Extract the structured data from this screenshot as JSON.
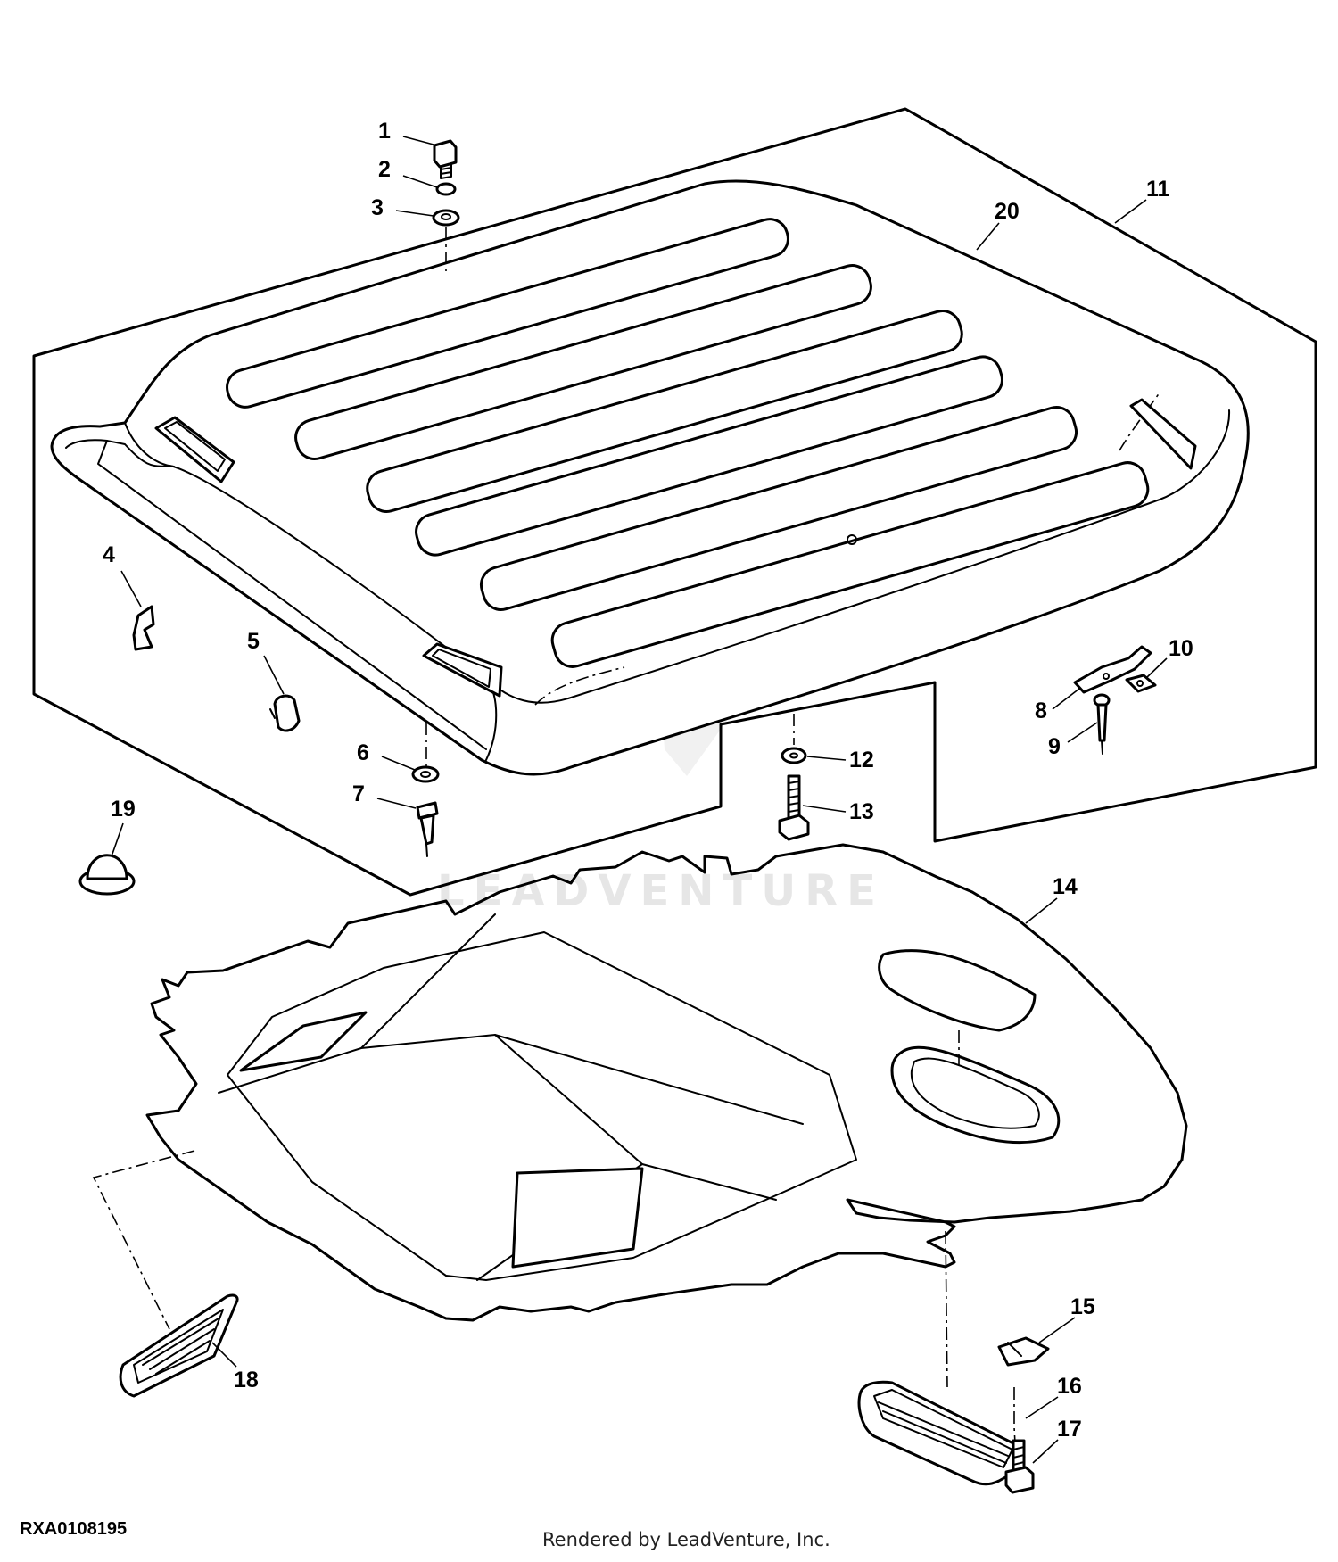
{
  "diagram": {
    "figure_id": "RXA0108195",
    "render_credit": "Rendered by LeadVenture, Inc.",
    "watermark_text": "LEADVENTURE",
    "callouts": [
      "1",
      "2",
      "3",
      "4",
      "5",
      "6",
      "7",
      "8",
      "9",
      "10",
      "11",
      "12",
      "13",
      "14",
      "15",
      "16",
      "17",
      "18",
      "19",
      "20"
    ]
  },
  "colors": {
    "line": "#000000",
    "background": "#ffffff",
    "watermark": "#c8c8c8"
  }
}
